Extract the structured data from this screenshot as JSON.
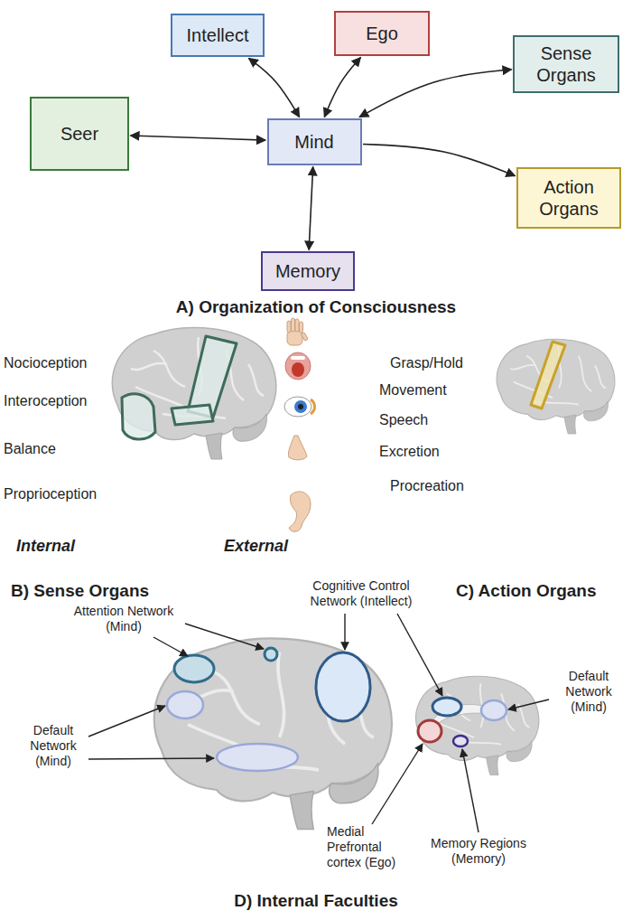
{
  "diagram": {
    "nodes": [
      {
        "text": [
          "Intellect"
        ]
      },
      {
        "text": [
          "Ego"
        ]
      },
      {
        "text": [
          "Seer"
        ]
      },
      {
        "text": [
          "Mind"
        ]
      },
      {
        "text": [
          "Sense Organs"
        ]
      },
      {
        "text": [
          "Action Organs"
        ]
      },
      {
        "text": [
          "Memory"
        ]
      }
    ],
    "edges": [
      {
        "from": 3,
        "to": 0,
        "arrow": "both"
      },
      {
        "from": 3,
        "to": 1,
        "arrow": "both"
      },
      {
        "from": 2,
        "to": 3,
        "arrow": "both"
      },
      {
        "from": 3,
        "to": 4,
        "arrow": "both"
      },
      {
        "from": 3,
        "to": 5,
        "arrow": "to"
      },
      {
        "from": 3,
        "to": 6,
        "arrow": "both"
      }
    ],
    "labels": [
      "A) Organization of Consciousness",
      "Nocioception",
      "Interoception",
      "Balance",
      "Proprioception",
      "Internal",
      "External",
      "B) Sense Organs",
      "Grasp/Hold",
      "Movement",
      "Speech",
      "Excretion",
      "Procreation",
      "C) Action Organs",
      "Attention Network (Mind)",
      "Cognitive Control Network (Intellect)",
      "Default Network (Mind)",
      "Medial Prefrontal cortex (Ego)",
      "Memory Regions (Memory)",
      "Default Network (Mind)",
      "D) Internal Faculties"
    ]
  }
}
